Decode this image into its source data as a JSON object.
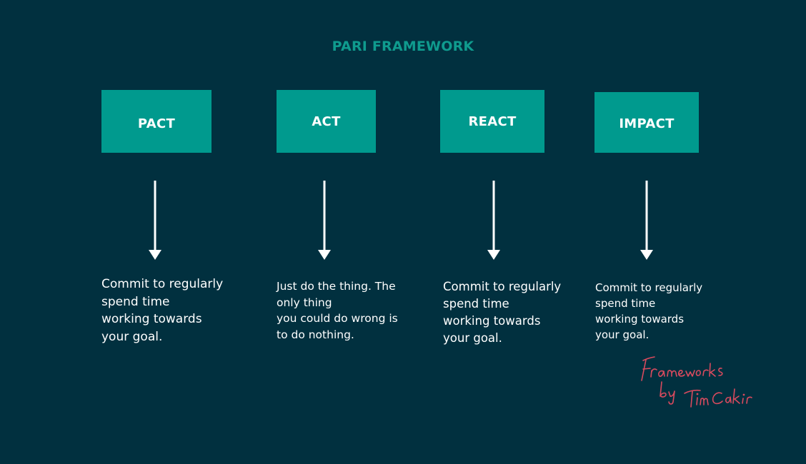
{
  "title": "PARI FRAMEWORK",
  "colors": {
    "background": "#01303f",
    "accent": "#009a8e",
    "title": "#0f9b8e",
    "text": "#ffffff",
    "signature": "#d94a5e"
  },
  "steps": [
    {
      "label": "PACT",
      "description": [
        "Commit to regularly",
        "spend time",
        "working towards",
        "your goal."
      ]
    },
    {
      "label": "ACT",
      "description": [
        "Just do the thing. The",
        "only thing",
        "you could do wrong is",
        "to do nothing."
      ]
    },
    {
      "label": "REACT",
      "description": [
        "Commit to regularly",
        "spend time",
        "working towards",
        "your goal."
      ]
    },
    {
      "label": "IMPACT",
      "description": [
        "Commit to regularly",
        "spend time",
        "working towards",
        "your goal."
      ]
    }
  ],
  "signature": {
    "line1": "Frameworks",
    "line2": "by",
    "line3": "Tim Cakir"
  }
}
